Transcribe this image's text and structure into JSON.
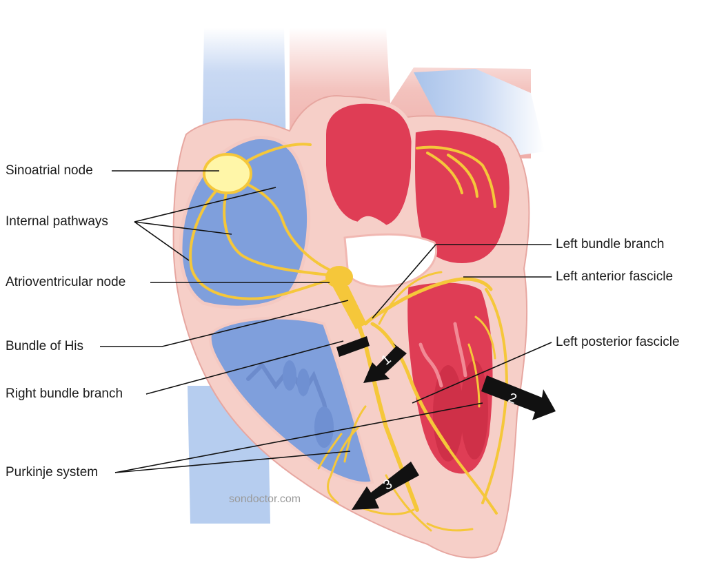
{
  "labels": {
    "sinoatrial_node": "Sinoatrial node",
    "internal_pathways": "Internal pathways",
    "atrioventricular_node": "Atrioventricular node",
    "bundle_of_his": "Bundle of His",
    "right_bundle_branch": "Right bundle branch",
    "purkinje_system": "Purkinje system",
    "left_bundle_branch": "Left bundle branch",
    "left_anterior_fascicle": "Left anterior fascicle",
    "left_posterior_fascicle": "Left posterior fascicle"
  },
  "arrows": {
    "one": "1",
    "two": "2",
    "three": "3"
  },
  "watermark": "sondoctor.com",
  "colors": {
    "venous_blue": "#a9c3ea",
    "chamber_blue": "#7f9fdc",
    "muscle_pink": "#f6cfc8",
    "arterial_red": "#df3d55",
    "conduction_yellow": "#f5c73a",
    "arrow_black": "#111111"
  }
}
